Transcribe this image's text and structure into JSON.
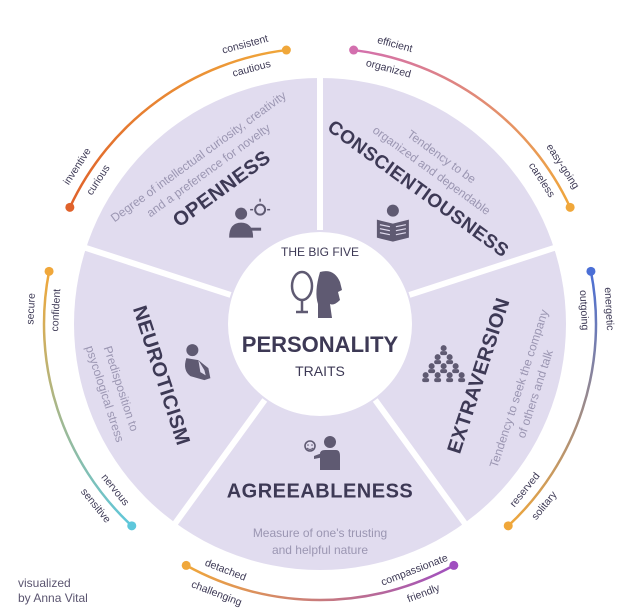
{
  "center": {
    "line1": "THE BIG FIVE",
    "line2": "PERSONALITY",
    "line3": "TRAITS",
    "icon": "mirror-face-icon"
  },
  "traits": [
    {
      "id": "openness",
      "title": "OPENNESS",
      "description": [
        "Degree of intellectual curiosity, creativity",
        "and a preference for novelty"
      ],
      "icon": "person-idea-icon",
      "scale": {
        "high": [
          "inventive",
          "curious"
        ],
        "low": [
          "consistent",
          "cautious"
        ],
        "color_high": "#e0622b",
        "color_low": "#f0a73a"
      }
    },
    {
      "id": "conscientiousness",
      "title": "CONSCIENTIOUSNESS",
      "description": [
        "Tendency to be",
        "organized and dependable"
      ],
      "icon": "reading-book-icon",
      "scale": {
        "high": [
          "efficient",
          "organized"
        ],
        "low": [
          "easy-going",
          "careless"
        ],
        "color_high": "#d36fae",
        "color_low": "#f0a73a"
      }
    },
    {
      "id": "extraversion",
      "title": "EXTRAVERSION",
      "description": [
        "Tendency to seek the company",
        "of others and talk"
      ],
      "icon": "crowd-icon",
      "scale": {
        "high": [
          "energetic",
          "outgoing"
        ],
        "low": [
          "solitary",
          "reserved"
        ],
        "color_high": "#4b6fd6",
        "color_low": "#f0a73a"
      }
    },
    {
      "id": "agreeableness",
      "title": "AGREEABLENESS",
      "description": [
        "Measure of one's trusting",
        "and helpful nature"
      ],
      "icon": "helping-hand-icon",
      "scale": {
        "high": [
          "friendly",
          "compassionate"
        ],
        "low": [
          "challenging",
          "detached"
        ],
        "color_high": "#a04fc0",
        "color_low": "#f0a73a"
      }
    },
    {
      "id": "neuroticism",
      "title": "NEUROTICISM",
      "description": [
        "Predisposition to",
        "psycological stress"
      ],
      "icon": "sitting-worried-icon",
      "scale": {
        "high": [
          "sensitive",
          "nervous"
        ],
        "low": [
          "secure",
          "confident"
        ],
        "color_high": "#5ec7db",
        "color_low": "#f0a73a"
      }
    }
  ],
  "credit": [
    "visualized",
    "by Anna Vital"
  ],
  "colors": {
    "wedge_fill": "#e1dcef",
    "divider": "#ffffff",
    "title": "#3d3955",
    "description": "#9b96b2",
    "icon": "#5f5a72",
    "scale_label": "#3d3955"
  }
}
